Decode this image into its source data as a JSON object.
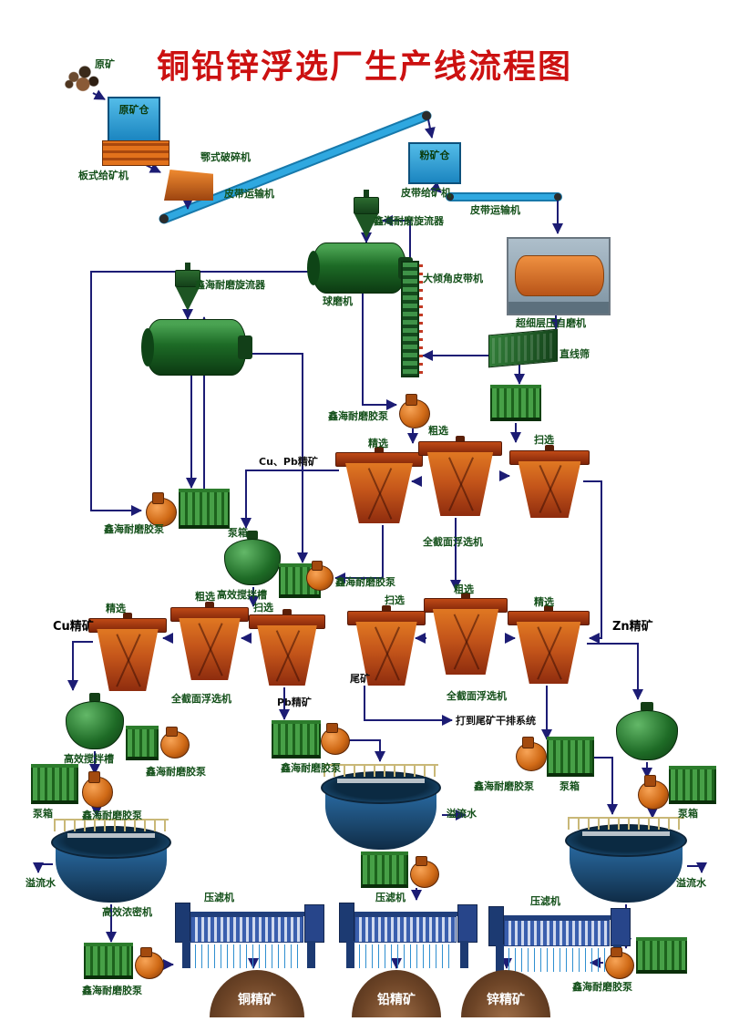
{
  "title": "铜铅锌浮选厂生产线流程图",
  "labels": {
    "raw_ore": "原矿",
    "raw_ore_bin": "原矿仓",
    "plate_feeder": "板式给矿机",
    "jaw_crusher": "鄂式破碎机",
    "belt_conveyor": "皮带运输机",
    "fine_ore_bin": "粉矿仓",
    "belt_feeder": "皮带给矿机",
    "cyclone": "鑫海耐磨旋流器",
    "autogenous_mill": "超细层压自磨机",
    "ball_mill": "球磨机",
    "incline_belt": "大倾角皮带机",
    "linear_screen": "直线筛",
    "slurry_pump": "鑫海耐磨胶泵",
    "pump_box": "泵箱",
    "rougher": "粗选",
    "cleaner": "精选",
    "scavenger": "扫选",
    "cu_pb_concentrate": "Cu、Pb精矿",
    "flotation_machine": "全截面浮选机",
    "agitation_tank": "高效搅拌槽",
    "cu_concentrate": "Cu精矿",
    "pb_concentrate": "Pb精矿",
    "zn_concentrate": "Zn精矿",
    "tailings": "尾矿",
    "tailings_dry_discharge": "打到尾矿干排系统",
    "overflow_water": "溢流水",
    "thickener": "高效浓密机",
    "filter_press": "压滤机",
    "copper_concentrate": "铜精矿",
    "lead_concentrate": "铅精矿",
    "zinc_concentrate": "锌精矿"
  },
  "colors": {
    "title": "#cc1111",
    "flow_line": "#1c1c74",
    "belt": "#2fa8e0",
    "label_green": "#14501a"
  }
}
